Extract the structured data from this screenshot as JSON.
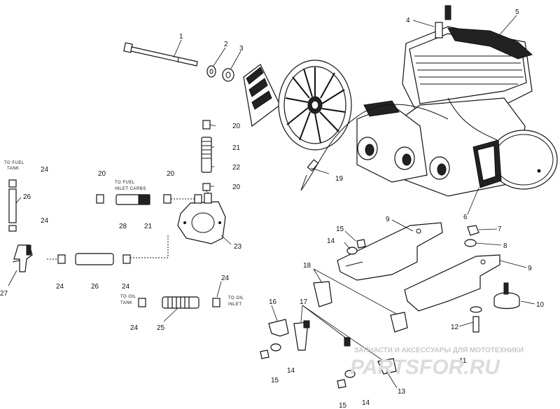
{
  "callouts": {
    "c1": "1",
    "c2": "2",
    "c3": "3",
    "c4": "4",
    "c5": "5",
    "c6": "6",
    "c7": "7",
    "c8": "8",
    "c9a": "9",
    "c9b": "9",
    "c10": "10",
    "c11": "11",
    "c12": "12",
    "c13": "13",
    "c14a": "14",
    "c14b": "14",
    "c14c": "14",
    "c15a": "15",
    "c15b": "15",
    "c15c": "15",
    "c16": "16",
    "c17": "17",
    "c18": "18",
    "c19": "19",
    "c20a": "20",
    "c20b": "20",
    "c20c": "20",
    "c20d": "20",
    "c21a": "21",
    "c21b": "21",
    "c22": "22",
    "c23": "23",
    "c24a": "24",
    "c24b": "24",
    "c24c": "24",
    "c24d": "24",
    "c24e": "24",
    "c24f": "24",
    "c25": "25",
    "c26a": "26",
    "c26b": "26",
    "c27": "27",
    "c28": "28"
  },
  "notes": {
    "fuel_tank_1": "TO FUEL",
    "fuel_tank_2": "TANK",
    "inlet_carbs_1": "TO FUEL",
    "inlet_carbs_2": "INLET CARBS",
    "oil_tank_1": "TO OIL",
    "oil_tank_2": "TANK",
    "oil_inlet_1": "TO OIL",
    "oil_inlet_2": "INLET"
  },
  "watermark": {
    "tagline": "ЗАПЧАСТИ И АКСЕССУАРЫ ДЛЯ МОТОТЕХНИКИ",
    "brand": "PARTSFOR.RU"
  }
}
